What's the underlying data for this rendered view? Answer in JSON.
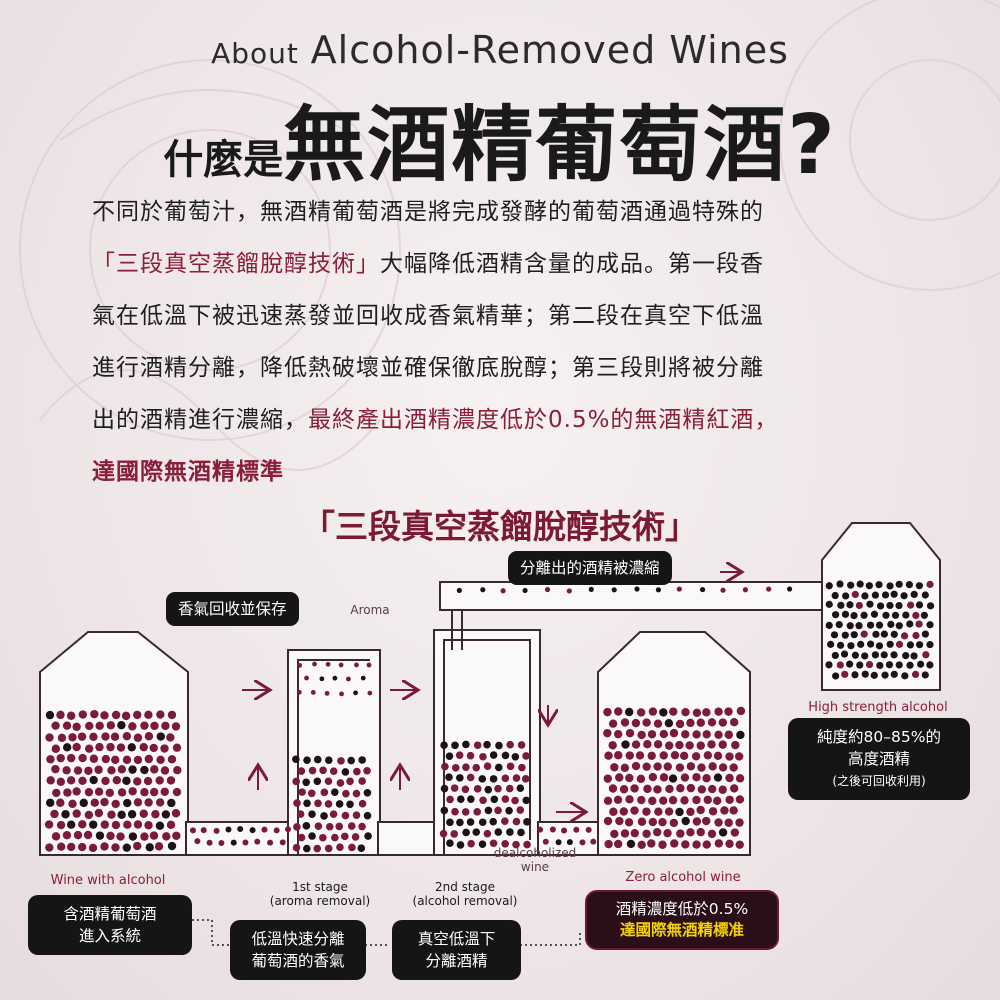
{
  "header": {
    "en_small": "About",
    "en_big": "Alcohol-Removed Wines",
    "zh_prefix": "什麼是",
    "zh_main": "無酒精葡萄酒?"
  },
  "intro": {
    "p1": "不同於葡萄汁，無酒精葡萄酒是將完成發酵的葡萄酒通過特殊的",
    "p2_red": "「三段真空蒸餾脫醇技術」",
    "p2_rest": "大幅降低酒精含量的成品。第一段香",
    "p3": "氣在低溫下被迅速蒸發並回收成香氣精華；第二段在真空下低溫",
    "p4": "進行酒精分離，降低熱破壞並確保徹底脫醇；第三段則將被分離",
    "p5": "出的酒精進行濃縮，",
    "p5_red": "最終產出酒精濃度低於0.5%的無酒精紅酒，",
    "p6_red": "達國際無酒精標準"
  },
  "diagram": {
    "title": "「三段真空蒸餾脫醇技術」",
    "label_aroma_recovery": "香氣回收並保存",
    "label_aroma_en": "Aroma",
    "label_concentrated": "分離出的酒精被濃縮",
    "label_dealcoholized": "dealcoholized\nwine",
    "label_wine_with_alcohol": "Wine with alcohol",
    "label_stage1": "1st stage\n(aroma removal)",
    "label_stage2": "2nd stage\n(alcohol removal)",
    "label_zero_alcohol": "Zero alcohol wine",
    "label_high_strength": "High strength alcohol",
    "box_input": "含酒精葡萄酒\n進入系統",
    "box_stage1": "低溫快速分離\n葡萄酒的香氣",
    "box_stage2": "真空低溫下\n分離酒精",
    "box_high_line1": "純度約80–85%的",
    "box_high_line2": "高度酒精",
    "box_high_line3": "(之後可回收利用)",
    "box_final_line1": "酒精濃度低於0.5%",
    "box_final_line2": "達國際無酒精標准"
  },
  "colors": {
    "wine": "#7a1a3c",
    "dark": "#151515",
    "accent_red": "#8a1f3a",
    "highlight": "#f4d300"
  }
}
